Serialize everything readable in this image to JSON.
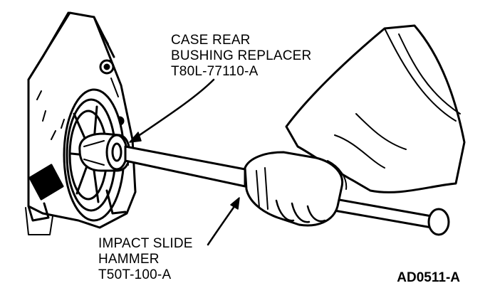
{
  "callouts": {
    "replacer": {
      "line1": "CASE REAR",
      "line2": "BUSHING REPLACER",
      "line3": "T80L-77110-A"
    },
    "hammer": {
      "line1": "IMPACT SLIDE",
      "line2": "HAMMER",
      "line3": "T50T-100-A"
    }
  },
  "figure_code": "AD0511-A",
  "colors": {
    "ink": "#000000",
    "paper": "#ffffff"
  },
  "icons": [
    "transmission-case",
    "bushing-replacer-tool",
    "slide-hammer-rod",
    "gloved-hand"
  ]
}
